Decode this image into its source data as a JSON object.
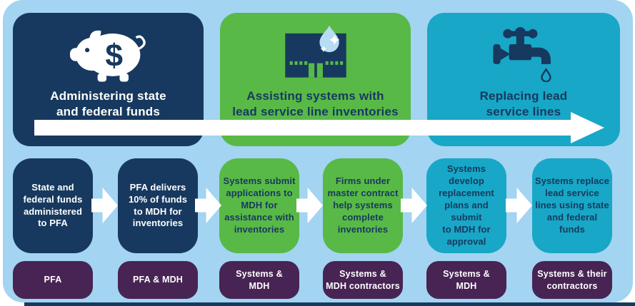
{
  "colors": {
    "navy": "#17395f",
    "green": "#58b947",
    "teal": "#18a7c6",
    "light_blue_background": "#a3d4f1",
    "purple": "#472453",
    "arrow_white": "#ffffff",
    "water_drop_blue": "#b7dcf4"
  },
  "phases": [
    {
      "icon": "piggy-bank-icon",
      "label": "Administering state\nand federal funds"
    },
    {
      "icon": "building-water-drop-icon",
      "label": "Assisting systems with\nlead service line inventories"
    },
    {
      "icon": "faucet-icon",
      "label": "Replacing lead\nservice lines"
    }
  ],
  "steps": [
    "State and\nfederal funds\nadministered\nto PFA",
    "PFA delivers\n10% of funds\nto MDH for\ninventories",
    "Systems submit\napplications to\nMDH for\nassistance with\ninventories",
    "Firms under\nmaster contract\nhelp systems\ncomplete\ninventories",
    "Systems develop\nreplacement\nplans and submit\nto MDH for\napproval",
    "Systems replace\nlead service\nlines using state\nand federal\nfunds"
  ],
  "actors": [
    "PFA",
    "PFA & MDH",
    "Systems &\nMDH",
    "Systems &\nMDH contractors",
    "Systems &\nMDH",
    "Systems & their\ncontractors"
  ]
}
